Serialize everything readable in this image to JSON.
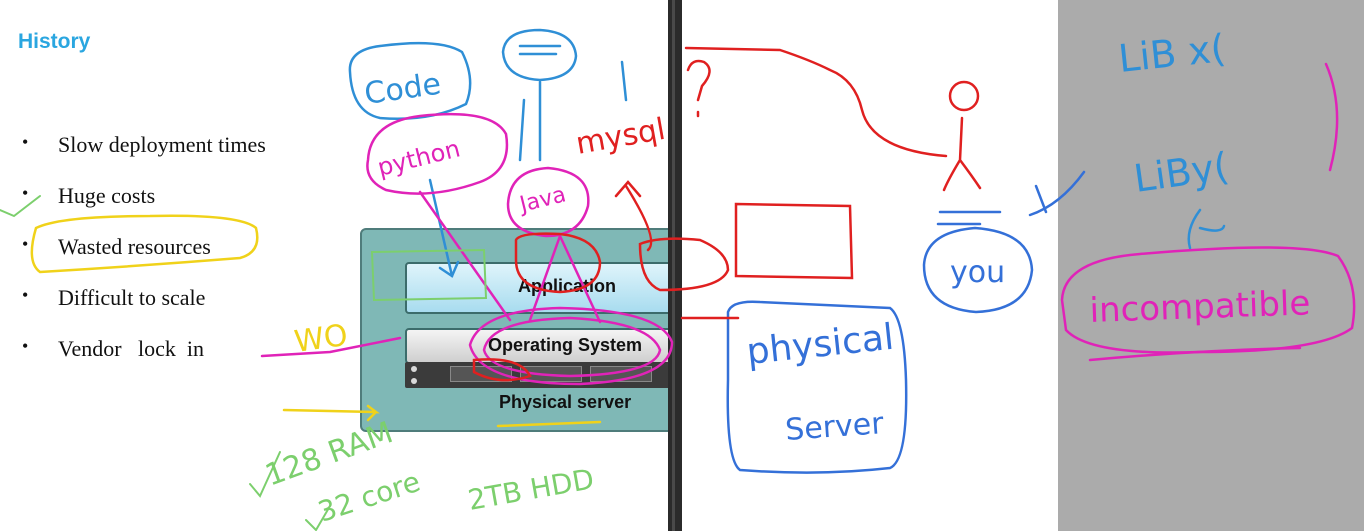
{
  "slide": {
    "title": "History",
    "bullets": [
      {
        "marker": "•",
        "text": "Slow deployment times"
      },
      {
        "marker": "•",
        "text": "Huge costs"
      },
      {
        "marker": "•",
        "text": "Wasted resources"
      },
      {
        "marker": "•",
        "text": "Difficult to scale"
      },
      {
        "marker": "•",
        "text": "Vendor   lock  in"
      }
    ],
    "diagram": {
      "application_label": "Application",
      "os_label": "Operating System",
      "server_label": "Physical server"
    }
  },
  "annotations": {
    "code": "Code",
    "python": "python",
    "java": "Java",
    "mysql": "mysql",
    "wo": "WO",
    "ram": "128 RAM",
    "core": "32 core",
    "hdd": "2TB HDD",
    "physical": "physical",
    "server": "Server",
    "you": "you",
    "lib_x": "LiB x(",
    "lib_y": "LiBy(",
    "incompatible": "incompatible"
  },
  "colors": {
    "title_blue": "#2aa6e0",
    "ink_blue": "#2f8fd6",
    "ink_magenta": "#e023b8",
    "ink_red": "#e02020",
    "ink_green": "#7ccf6d",
    "ink_yellow": "#f0d21a",
    "gray_panel": "#ababab"
  }
}
